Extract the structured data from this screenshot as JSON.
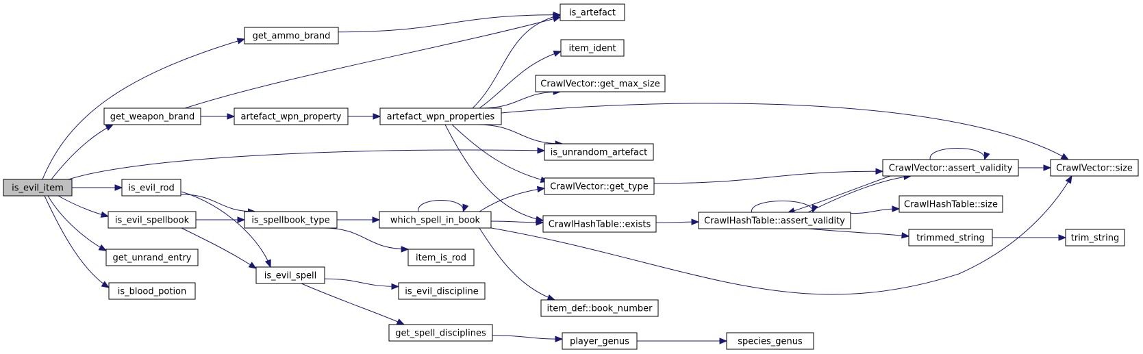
{
  "diagram": {
    "type": "call-graph",
    "colors": {
      "edge": "#191970",
      "root_fill": "#bfbfbf",
      "node_fill": "#ffffff",
      "border": "#000000"
    },
    "nodes": [
      {
        "id": "is_evil_item",
        "label": "is_evil_item",
        "root": true
      },
      {
        "id": "get_ammo_brand",
        "label": "get_ammo_brand"
      },
      {
        "id": "get_weapon_brand",
        "label": "get_weapon_brand"
      },
      {
        "id": "is_evil_rod",
        "label": "is_evil_rod"
      },
      {
        "id": "is_evil_spellbook",
        "label": "is_evil_spellbook"
      },
      {
        "id": "get_unrand_entry",
        "label": "get_unrand_entry"
      },
      {
        "id": "is_blood_potion",
        "label": "is_blood_potion"
      },
      {
        "id": "artefact_wpn_property",
        "label": "artefact_wpn_property"
      },
      {
        "id": "is_spellbook_type",
        "label": "is_spellbook_type"
      },
      {
        "id": "is_evil_spell",
        "label": "is_evil_spell"
      },
      {
        "id": "artefact_wpn_properties",
        "label": "artefact_wpn_properties"
      },
      {
        "id": "which_spell_in_book",
        "label": "which_spell_in_book"
      },
      {
        "id": "item_is_rod",
        "label": "item_is_rod"
      },
      {
        "id": "is_evil_discipline",
        "label": "is_evil_discipline"
      },
      {
        "id": "get_spell_disciplines",
        "label": "get_spell_disciplines"
      },
      {
        "id": "is_artefact",
        "label": "is_artefact"
      },
      {
        "id": "item_ident",
        "label": "item_ident"
      },
      {
        "id": "cv_get_max_size",
        "label": "CrawlVector::get_max_size"
      },
      {
        "id": "is_unrandom_artefact",
        "label": "is_unrandom_artefact"
      },
      {
        "id": "cv_get_type",
        "label": "CrawlVector::get_type"
      },
      {
        "id": "cht_exists",
        "label": "CrawlHashTable::exists"
      },
      {
        "id": "item_def_book_number",
        "label": "item_def::book_number"
      },
      {
        "id": "player_genus",
        "label": "player_genus"
      },
      {
        "id": "cht_assert_validity",
        "label": "CrawlHashTable::assert_validity"
      },
      {
        "id": "species_genus",
        "label": "species_genus"
      },
      {
        "id": "cv_assert_validity",
        "label": "CrawlVector::assert_validity"
      },
      {
        "id": "cht_size",
        "label": "CrawlHashTable::size"
      },
      {
        "id": "trimmed_string",
        "label": "trimmed_string"
      },
      {
        "id": "cv_size",
        "label": "CrawlVector::size"
      },
      {
        "id": "trim_string",
        "label": "trim_string"
      }
    ],
    "edges": [
      [
        "is_evil_item",
        "get_ammo_brand"
      ],
      [
        "is_evil_item",
        "get_weapon_brand"
      ],
      [
        "is_evil_item",
        "is_unrandom_artefact"
      ],
      [
        "is_evil_item",
        "is_evil_rod"
      ],
      [
        "is_evil_item",
        "is_evil_spellbook"
      ],
      [
        "is_evil_item",
        "get_unrand_entry"
      ],
      [
        "is_evil_item",
        "is_blood_potion"
      ],
      [
        "get_ammo_brand",
        "is_artefact"
      ],
      [
        "get_weapon_brand",
        "is_artefact"
      ],
      [
        "get_weapon_brand",
        "artefact_wpn_property"
      ],
      [
        "artefact_wpn_property",
        "artefact_wpn_properties"
      ],
      [
        "artefact_wpn_properties",
        "is_artefact"
      ],
      [
        "artefact_wpn_properties",
        "item_ident"
      ],
      [
        "artefact_wpn_properties",
        "cv_get_max_size"
      ],
      [
        "artefact_wpn_properties",
        "cv_size"
      ],
      [
        "artefact_wpn_properties",
        "is_unrandom_artefact"
      ],
      [
        "artefact_wpn_properties",
        "cv_get_type"
      ],
      [
        "artefact_wpn_properties",
        "cht_exists"
      ],
      [
        "is_evil_rod",
        "is_spellbook_type"
      ],
      [
        "is_evil_rod",
        "is_evil_spell"
      ],
      [
        "is_evil_spellbook",
        "is_spellbook_type"
      ],
      [
        "is_evil_spellbook",
        "is_evil_spell"
      ],
      [
        "is_spellbook_type",
        "which_spell_in_book"
      ],
      [
        "is_spellbook_type",
        "item_is_rod"
      ],
      [
        "which_spell_in_book",
        "which_spell_in_book"
      ],
      [
        "which_spell_in_book",
        "cv_get_type"
      ],
      [
        "which_spell_in_book",
        "cht_exists"
      ],
      [
        "which_spell_in_book",
        "item_def_book_number"
      ],
      [
        "which_spell_in_book",
        "cv_size"
      ],
      [
        "is_evil_spell",
        "is_evil_discipline"
      ],
      [
        "is_evil_spell",
        "get_spell_disciplines"
      ],
      [
        "get_spell_disciplines",
        "player_genus"
      ],
      [
        "player_genus",
        "species_genus"
      ],
      [
        "cv_get_type",
        "cv_assert_validity"
      ],
      [
        "cht_exists",
        "cht_assert_validity"
      ],
      [
        "cht_assert_validity",
        "cht_assert_validity"
      ],
      [
        "cht_assert_validity",
        "cv_assert_validity"
      ],
      [
        "cht_assert_validity",
        "cht_size"
      ],
      [
        "cht_assert_validity",
        "trimmed_string"
      ],
      [
        "cv_assert_validity",
        "cv_assert_validity"
      ],
      [
        "cv_assert_validity",
        "cht_assert_validity"
      ],
      [
        "cv_assert_validity",
        "cv_size"
      ],
      [
        "trimmed_string",
        "trim_string"
      ]
    ]
  }
}
